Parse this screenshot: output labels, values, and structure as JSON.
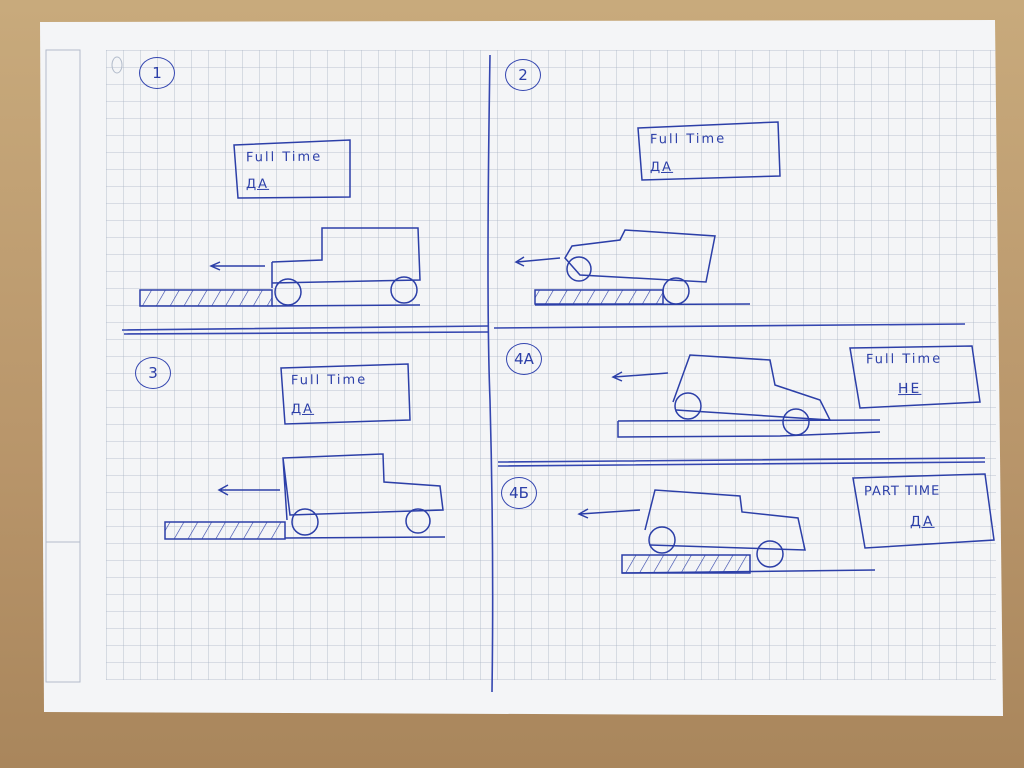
{
  "sheet": {
    "panels": [
      {
        "id": "1",
        "label": "1",
        "mode": "Full Time",
        "value": "ДА",
        "direction": "left"
      },
      {
        "id": "2",
        "label": "2",
        "mode": "Full Time",
        "value": "ДА",
        "direction": "left"
      },
      {
        "id": "3",
        "label": "3",
        "mode": "Full Time",
        "value": "ДА",
        "direction": "left"
      },
      {
        "id": "4A",
        "label": "4A",
        "mode": "Full Time",
        "value": "НЕ",
        "direction": "left"
      },
      {
        "id": "4B",
        "label": "4Б",
        "mode": "PART TIME",
        "value": "ДА",
        "direction": "left"
      }
    ]
  },
  "colors": {
    "ink": "#2c3fa8",
    "paper": "#f4f5f7",
    "grid": "#a9b4c4",
    "table": "#bf9f72"
  }
}
